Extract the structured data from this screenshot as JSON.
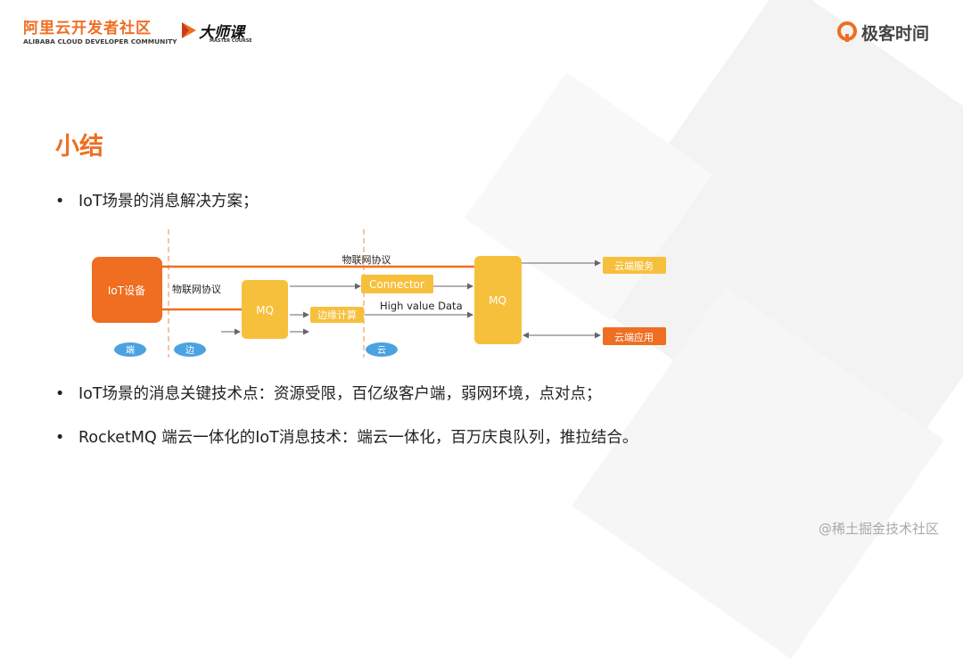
{
  "logos": {
    "aliyun_cn": "阿里云开发者社区",
    "aliyun_en": "ALIBABA CLOUD DEVELOPER COMMUNITY",
    "dashike_cn": "大师课",
    "dashike_en": "MASTER COURSE",
    "geektime_cn": "极客时间"
  },
  "slide": {
    "title": "小结",
    "bullet_glyph": "•",
    "bullets": [
      "IoT场景的消息解决方案；",
      "IoT场景的消息关键技术点：资源受限，百亿级客户端，弱网环境，点对点；",
      "RocketMQ 端云一体化的IoT消息技术：端云一体化，百万庆良队列，推拉结合。"
    ]
  },
  "diagram": {
    "iot_device": "IoT设备",
    "mq_edge": "MQ",
    "mq_cloud": "MQ",
    "connector": "Connector",
    "edge_compute": "边缘计算",
    "cloud_service": "云端服务",
    "cloud_app": "云端应用",
    "protocol_top": "物联网协议",
    "protocol_mid": "物联网协议",
    "high_value": "High value Data",
    "zone_device": "端",
    "zone_edge": "边",
    "zone_cloud": "云"
  },
  "watermark": "@稀土掘金技术社区",
  "colors": {
    "orange": "#ef6e21",
    "yellow": "#f7c03c",
    "zone_blue": "#4aa3e0"
  }
}
